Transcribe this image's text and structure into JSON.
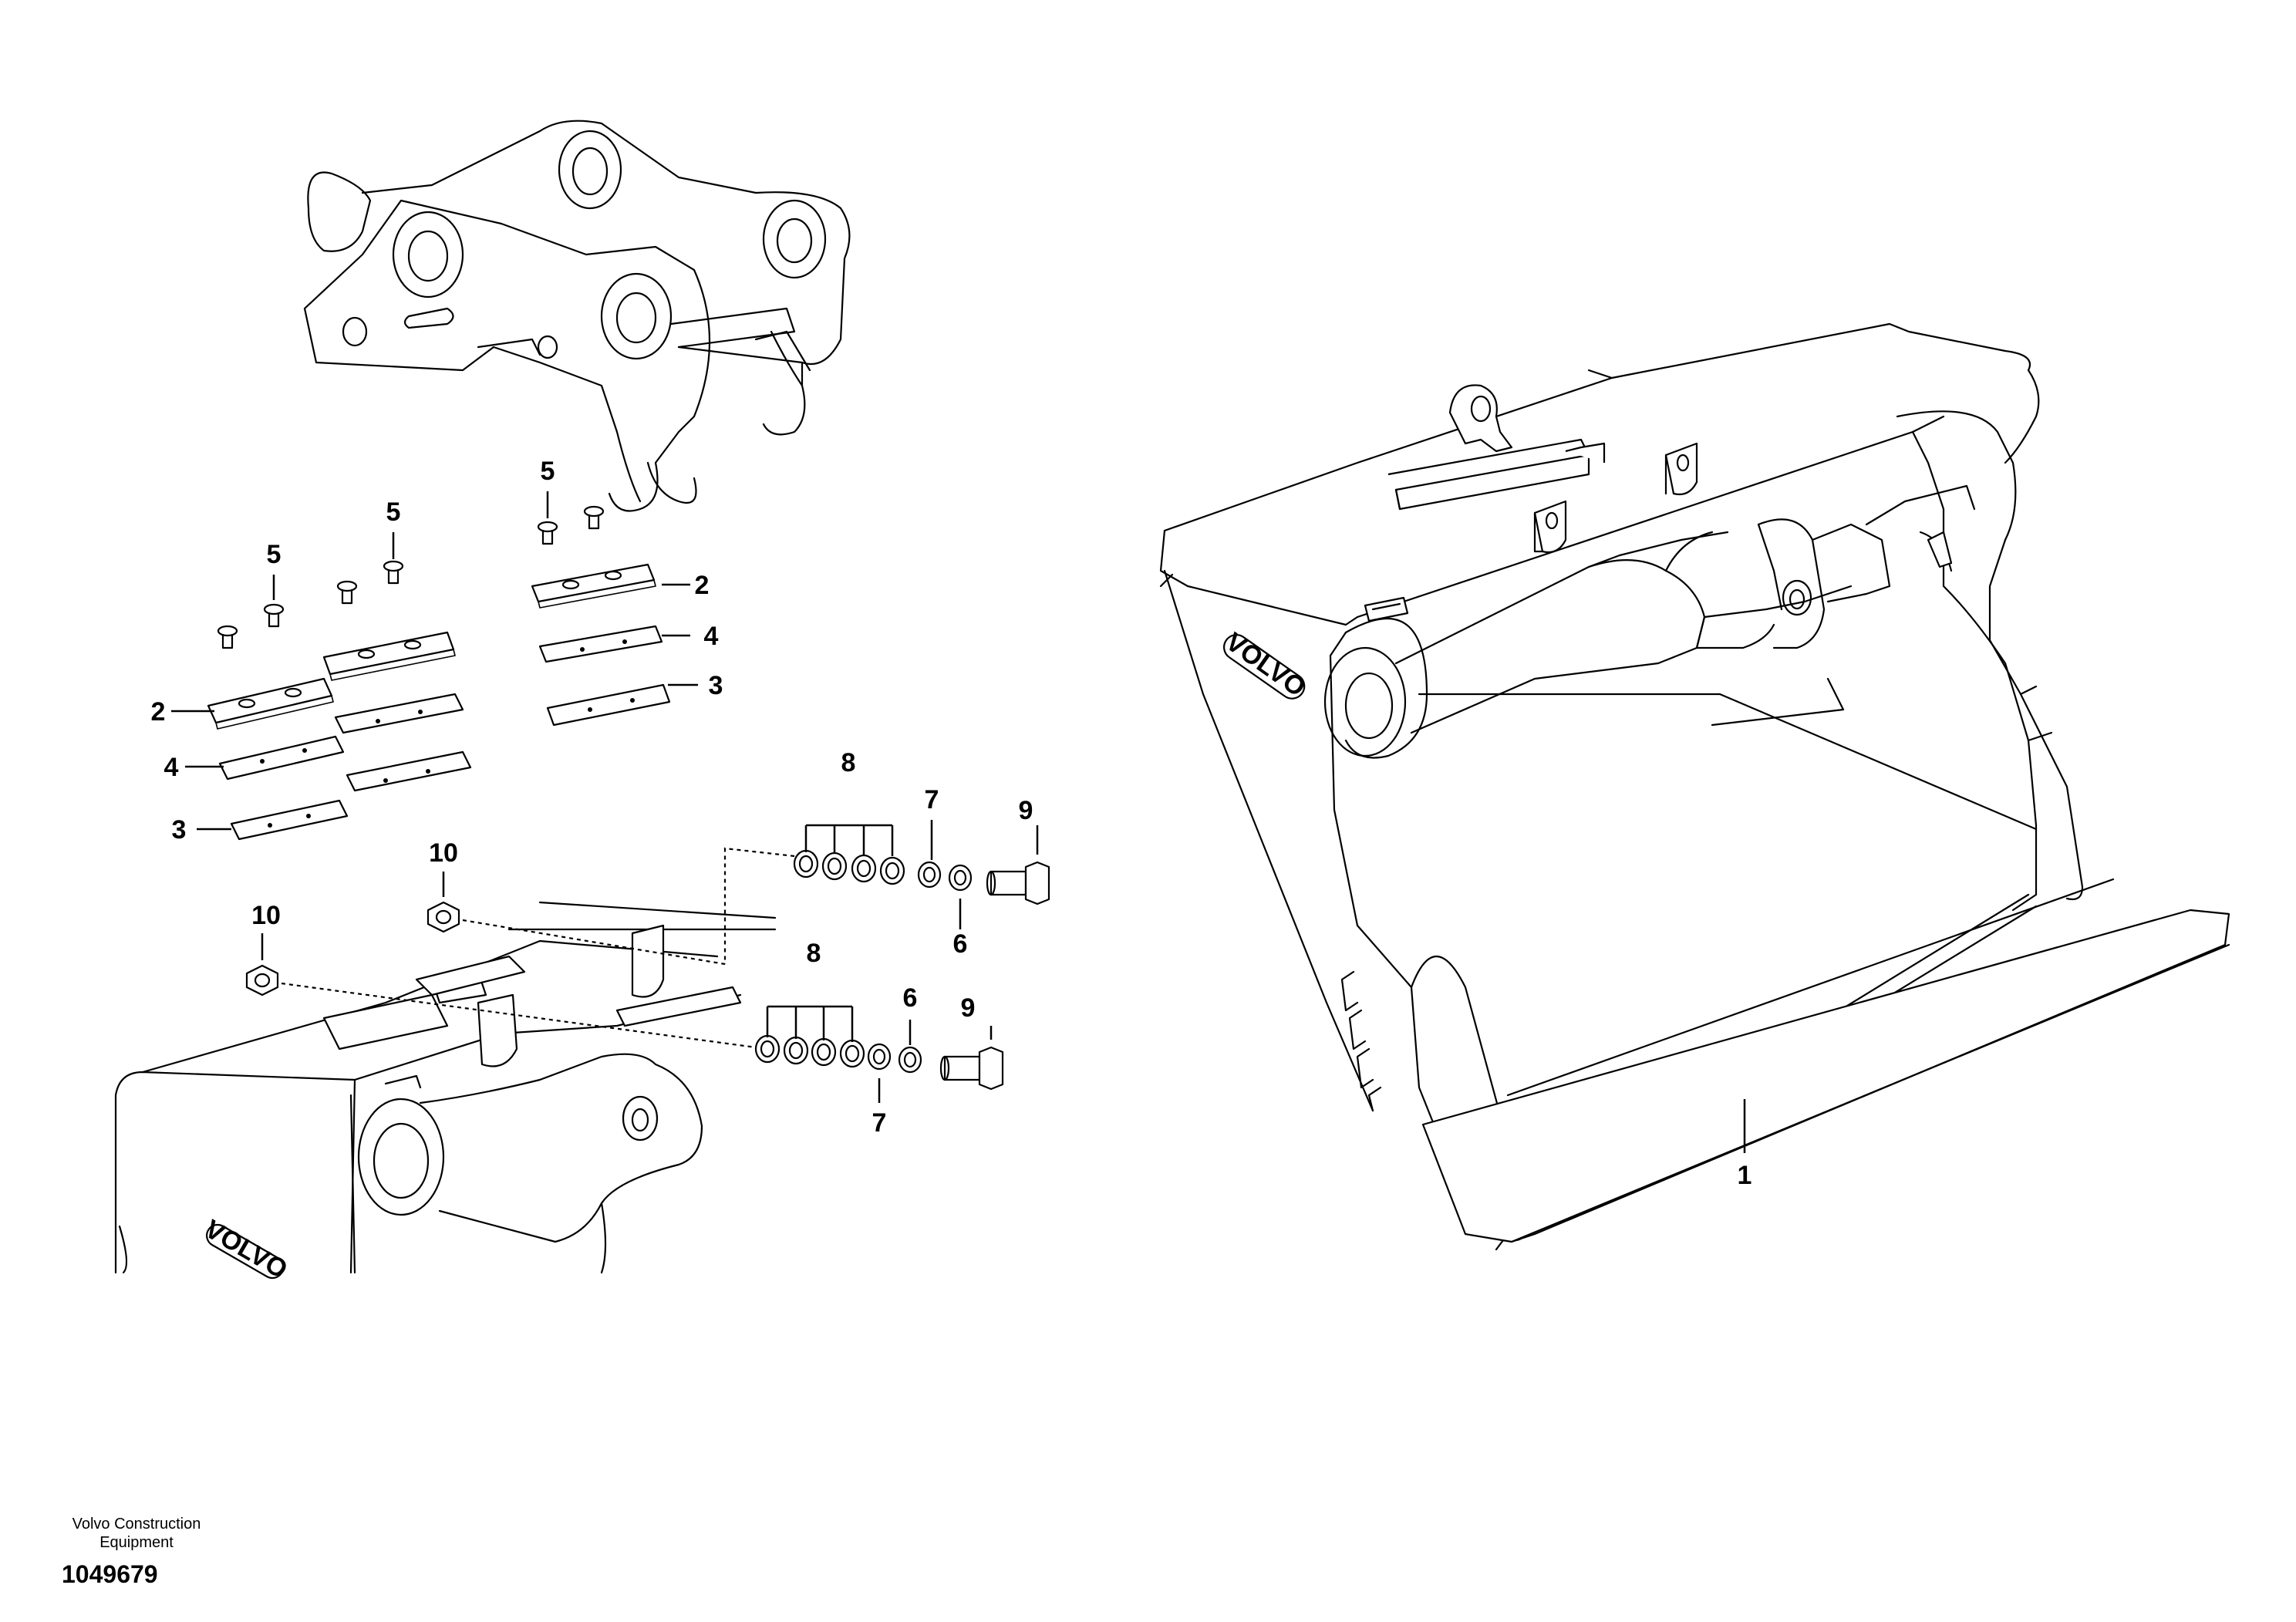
{
  "callouts": {
    "c1": "1",
    "c2a": "2",
    "c2b": "2",
    "c3a": "3",
    "c3b": "3",
    "c4a": "4",
    "c4b": "4",
    "c5a": "5",
    "c5b": "5",
    "c5c": "5",
    "c6a": "6",
    "c6b": "6",
    "c7a": "7",
    "c7b": "7",
    "c8a": "8",
    "c8b": "8",
    "c9a": "9",
    "c9b": "9",
    "c10a": "10",
    "c10b": "10"
  },
  "logo_text": "VOLVO",
  "footer": {
    "company_line1": "Volvo Construction",
    "company_line2": "Equipment",
    "drawing_number": "1049679"
  }
}
